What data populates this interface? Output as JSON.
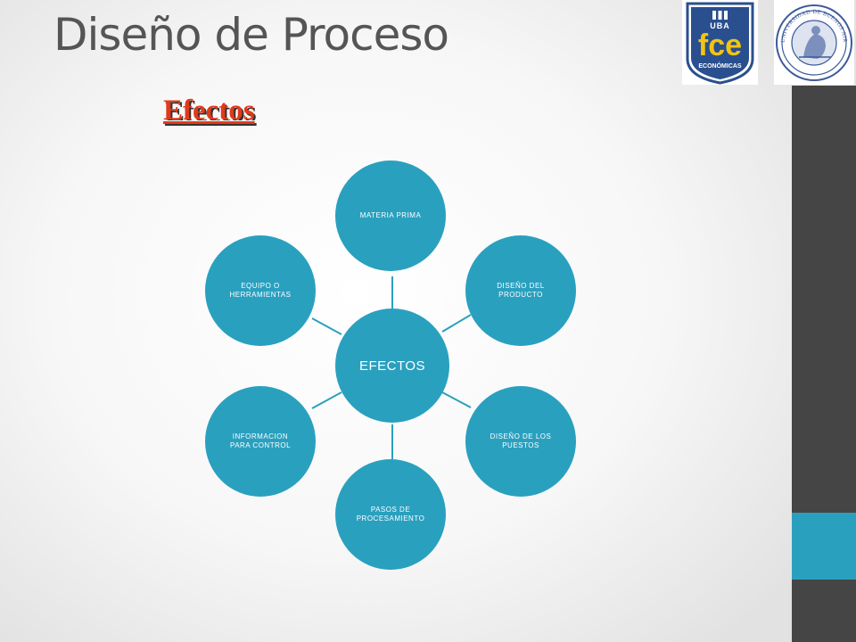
{
  "slide": {
    "title": "Diseño de Proceso",
    "subtitle": "Efectos"
  },
  "logos": {
    "fce": {
      "top_text": "UBA",
      "main_text": "fce",
      "bottom_text": "ECONÓMICAS"
    },
    "seal": {
      "ring_text": "UNIVERSIDAD DE BUENOS AIRES"
    }
  },
  "diagram": {
    "center": "EFECTOS",
    "nodes": [
      "MATERIA PRIMA",
      "DISEÑO DEL PRODUCTO",
      "DISEÑO DE LOS PUESTOS",
      "PASOS DE PROCESAMIENTO",
      "INFORMACION PARA CONTROL",
      "EQUIPO O HERRAMIENTAS"
    ]
  },
  "colors": {
    "node_fill": "#2aa0bf",
    "title": "#555555",
    "subtitle": "#e03a1a",
    "sidebar": "#454545",
    "sidebar_accent": "#2aa0bf"
  }
}
